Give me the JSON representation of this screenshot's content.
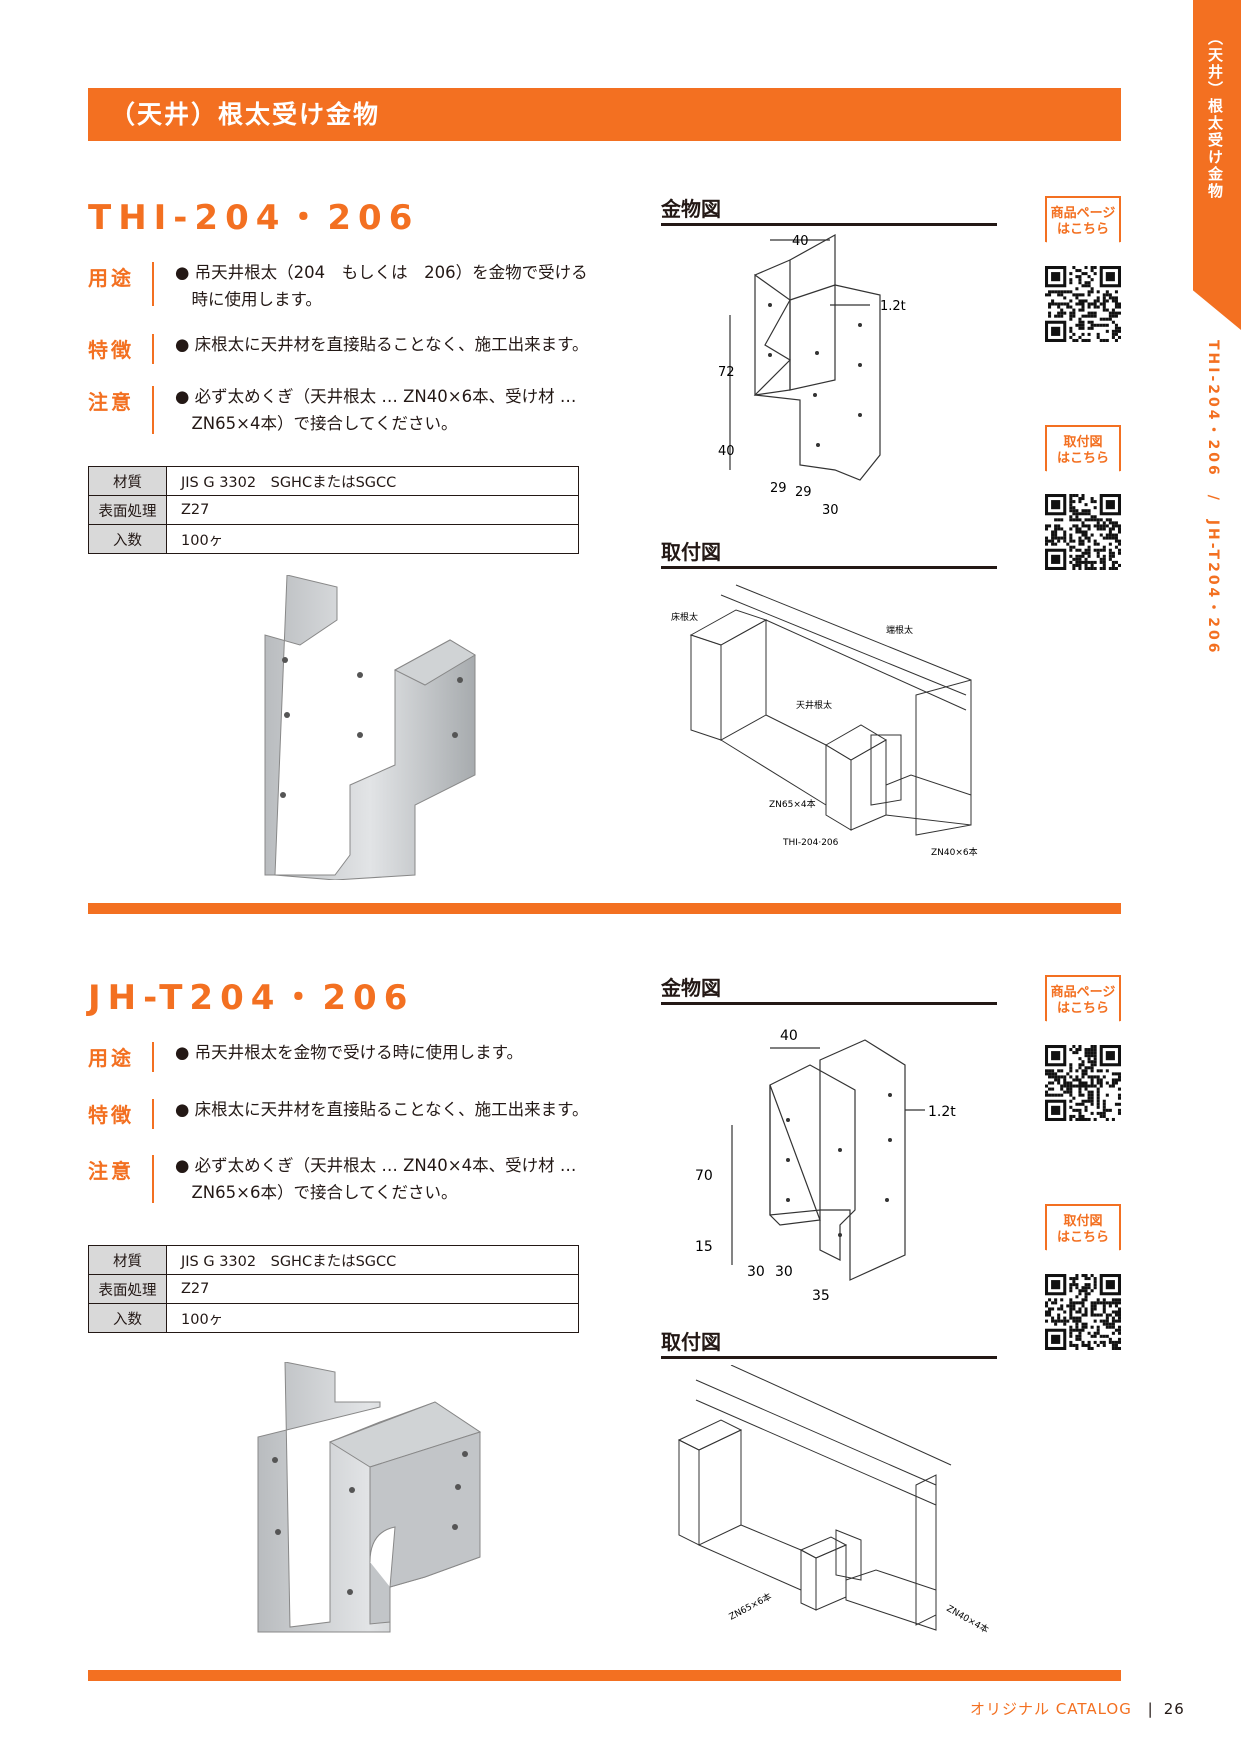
{
  "header": {
    "title": "（天井）根太受け金物"
  },
  "side_tab": {
    "category": "（天井）根太受け金物",
    "models": "THI-204・206　/　JH-T204・206"
  },
  "badges": {
    "product_page": [
      "商品ページ",
      "はこちら"
    ],
    "mounting": [
      "取付図",
      "はこちら"
    ]
  },
  "products": [
    {
      "model": "THI-204・206",
      "usage_label": "用途",
      "usage": [
        "● 吊天井根太（204　もしくは　206）を金物で受ける",
        "　時に使用します。"
      ],
      "feature_label": "特徴",
      "feature": [
        "● 床根太に天井材を直接貼ることなく、施工出来ます。"
      ],
      "caution_label": "注意",
      "caution": [
        "● 必ず太めくぎ（天井根太 … ZN40×6本、受け材 …",
        "　ZN65×4本）で接合してください。"
      ],
      "specs": [
        {
          "k": "材質",
          "v": "JIS G 3302　SGHCまたはSGCC"
        },
        {
          "k": "表面処理",
          "v": "Z27"
        },
        {
          "k": "入数",
          "v": "100ヶ"
        }
      ],
      "hardware_title": "金物図",
      "dims": {
        "top": "40",
        "thick": "1.2t",
        "h1": "72",
        "h2": "40",
        "w1": "29",
        "w2": "29",
        "w3": "30"
      },
      "mount_title": "取付図",
      "mount_labels": {
        "floor_joist": "床根太",
        "rim_joist": "端根太",
        "ceiling_joist": "天井根太",
        "nail_a": "ZN65×4本",
        "model": "THI-204·206",
        "nail_b": "ZN40×6本"
      }
    },
    {
      "model": "JH-T204・206",
      "usage_label": "用途",
      "usage": [
        "● 吊天井根太を金物で受ける時に使用します。"
      ],
      "feature_label": "特徴",
      "feature": [
        "● 床根太に天井材を直接貼ることなく、施工出来ます。"
      ],
      "caution_label": "注意",
      "caution": [
        "● 必ず太めくぎ（天井根太 … ZN40×4本、受け材 …",
        "　ZN65×6本）で接合してください。"
      ],
      "specs": [
        {
          "k": "材質",
          "v": "JIS G 3302　SGHCまたはSGCC"
        },
        {
          "k": "表面処理",
          "v": "Z27"
        },
        {
          "k": "入数",
          "v": "100ヶ"
        }
      ],
      "hardware_title": "金物図",
      "dims": {
        "top": "40",
        "thick": "1.2t",
        "h1": "70",
        "h2": "15",
        "w1": "30",
        "w2": "30",
        "w3": "35"
      },
      "mount_title": "取付図",
      "mount_labels": {
        "nail_a": "ZN65×6本",
        "nail_b": "ZN40×4本"
      }
    }
  ],
  "footer": {
    "catalog": "オリジナル CATALOG",
    "separator": "|",
    "page": "26"
  },
  "colors": {
    "accent": "#f37021",
    "text": "#231815",
    "table_key_bg": "#d9d9d9"
  }
}
